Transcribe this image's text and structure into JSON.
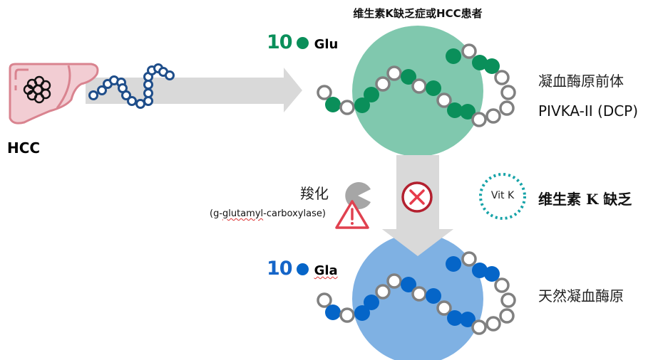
{
  "title": "维生素K缺乏症或HCC患者",
  "source": {
    "label": "HCC"
  },
  "glu": {
    "count": "10",
    "residue": "Glu",
    "dot_color": "#0a8f5a",
    "circle_color": "#80c8ae",
    "label_line1": "凝血酶原前体",
    "label_line2": "PIVKA-II (DCP)"
  },
  "carboxylation": {
    "label": "羧化",
    "enzyme_prefix": "(g-",
    "enzyme_squiggle": "glutamyl",
    "enzyme_suffix": "-carboxylase)",
    "blocked_icon": "x-circle-icon",
    "warning_icon": "warning-triangle-icon"
  },
  "vitk": {
    "badge": "Vit K",
    "label": "维生素 K 缺乏",
    "ring_color": "#16a3a8"
  },
  "gla": {
    "count": "10",
    "residue": "Gla",
    "dot_color": "#0565c8",
    "circle_color": "#7fb1e3",
    "label": "天然凝血酶原"
  },
  "chain_pattern": [
    "open",
    "filled",
    "open",
    "filled",
    "filled",
    "open",
    "open",
    "filled",
    "open",
    "filled",
    "open",
    "filled",
    "filled",
    "open",
    "open",
    "open",
    "open",
    "open",
    "filled",
    "filled",
    "open",
    "filled"
  ]
}
